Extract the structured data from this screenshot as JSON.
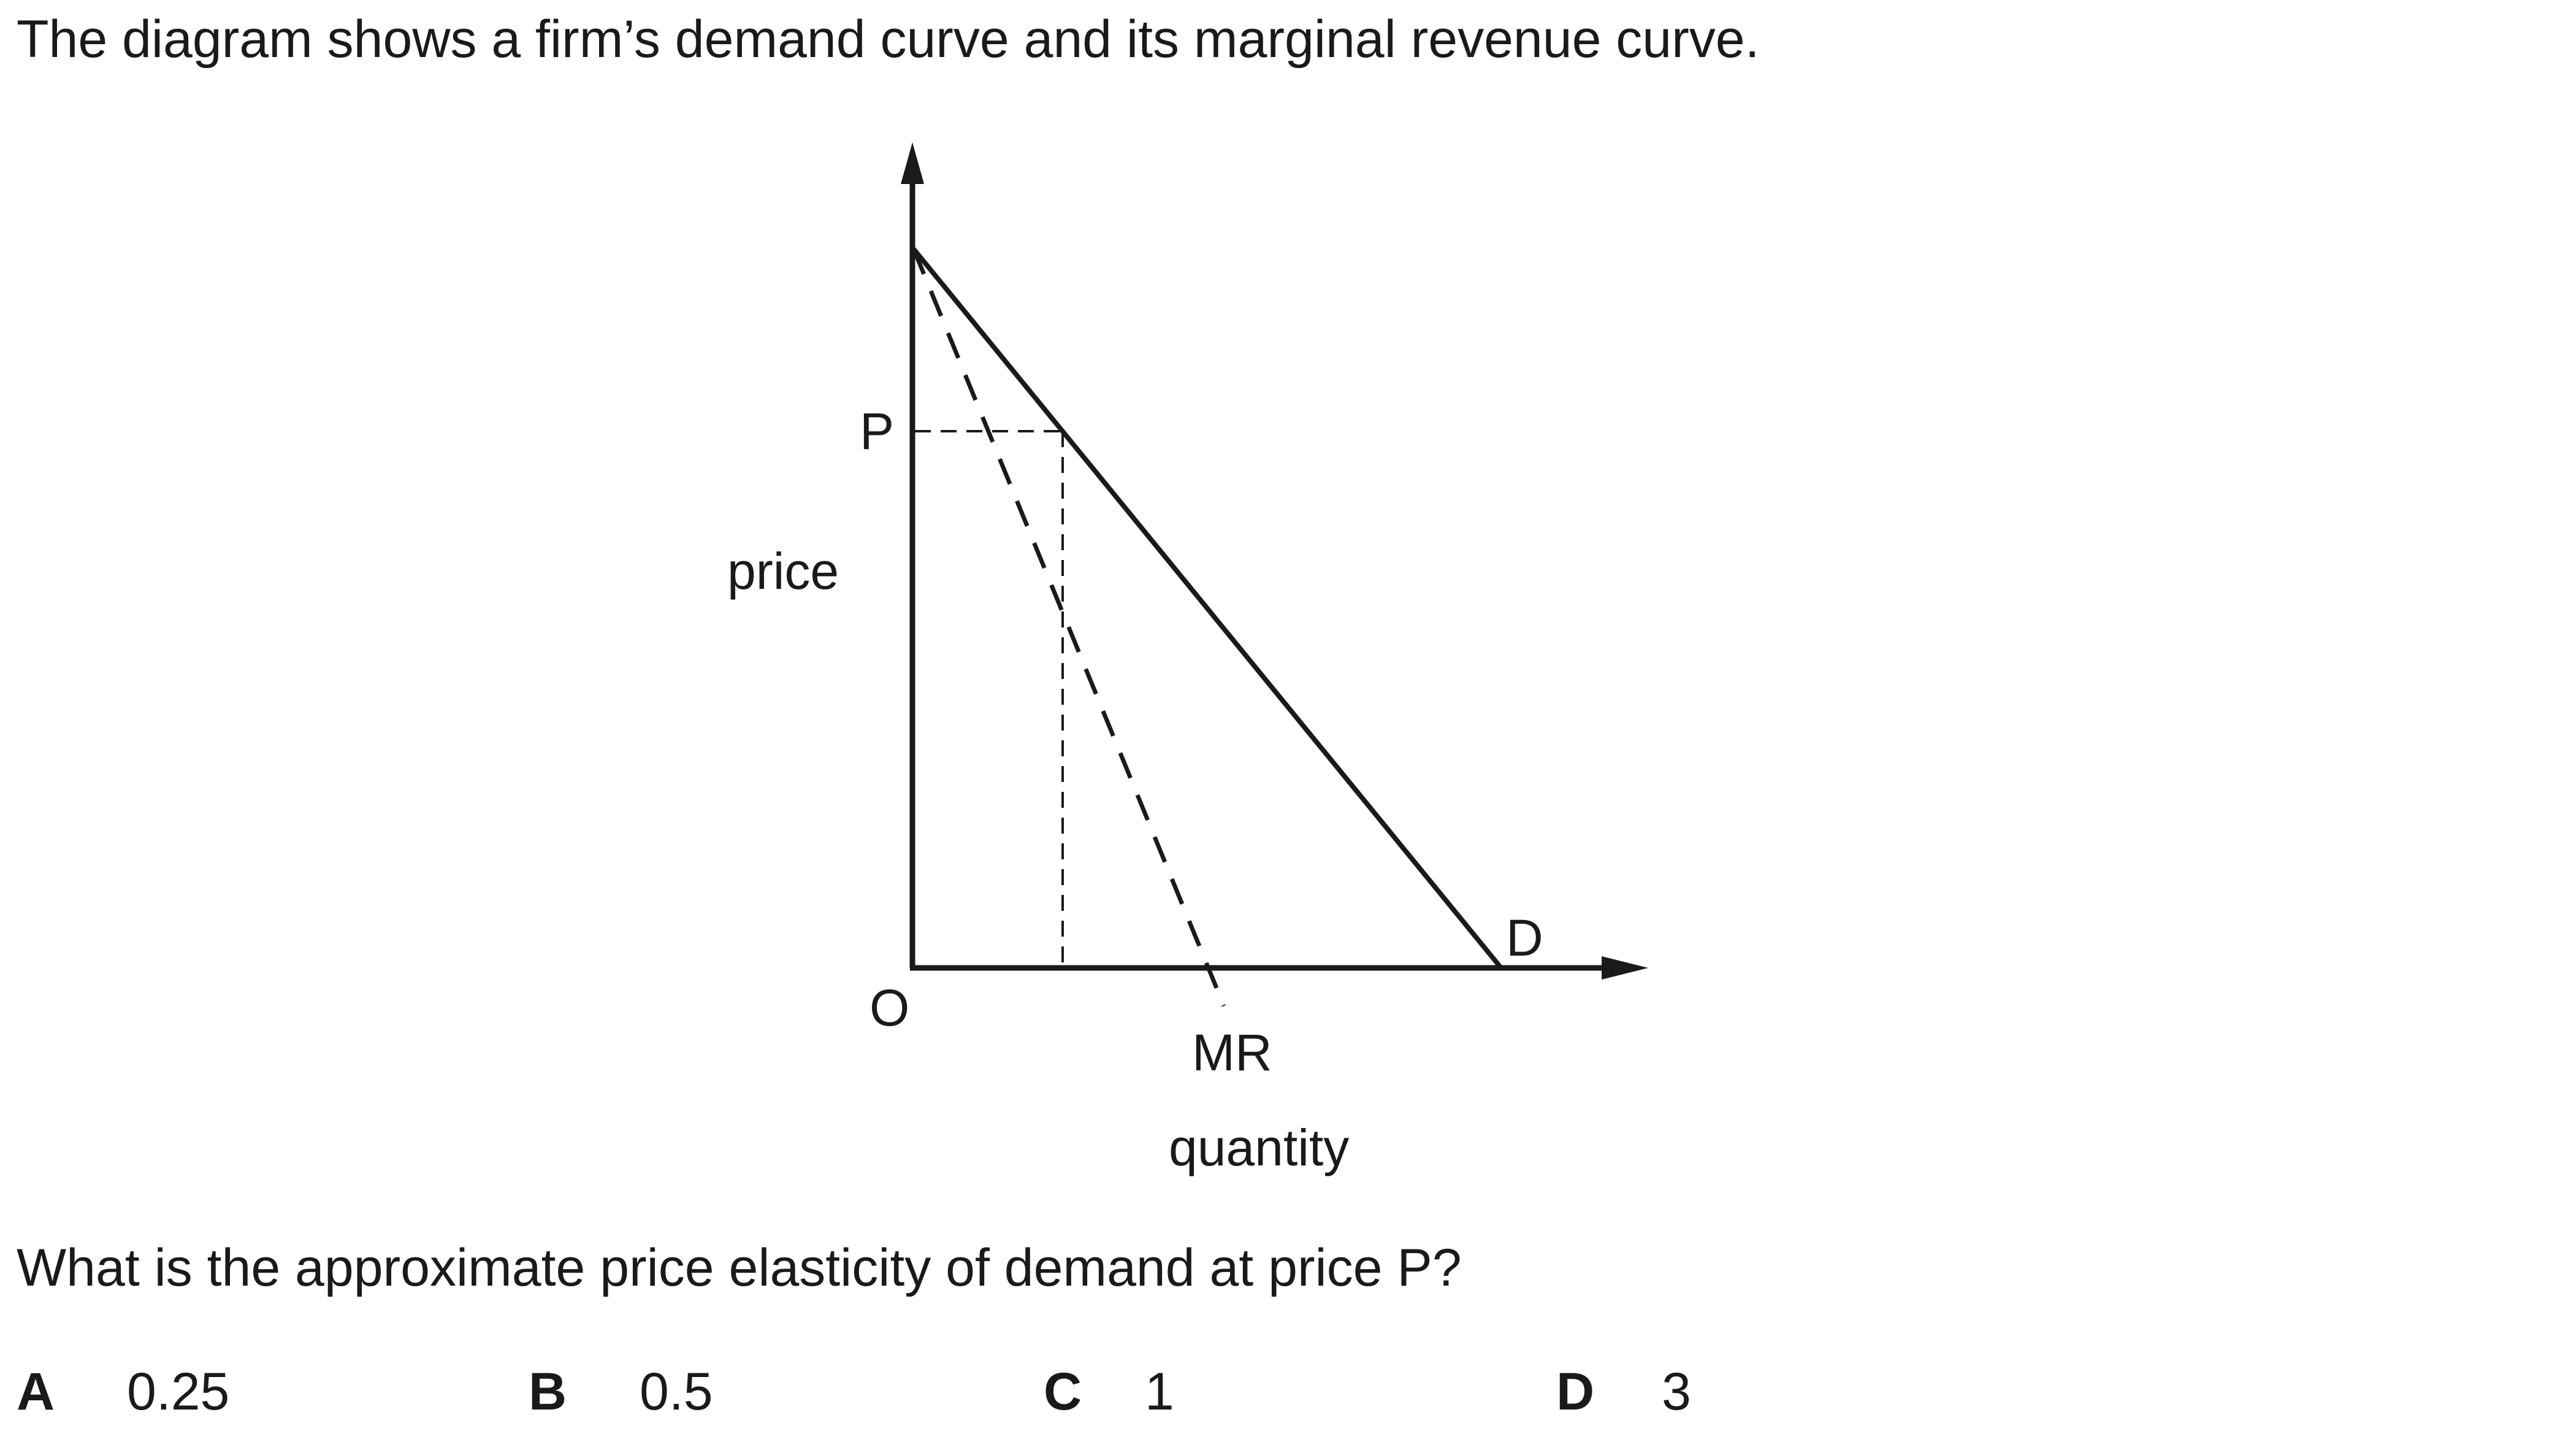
{
  "question": {
    "intro": "The diagram shows a firm’s demand curve and its marginal revenue curve.",
    "prompt": "What is the approximate price elasticity of demand at price P?"
  },
  "diagram": {
    "y_axis_label": "price",
    "x_axis_label": "quantity",
    "origin_label": "O",
    "price_marker_label": "P",
    "demand_curve_label": "D",
    "mr_curve_label": "MR"
  },
  "options": [
    {
      "letter": "A",
      "value": "0.25"
    },
    {
      "letter": "B",
      "value": "0.5"
    },
    {
      "letter": "C",
      "value": "1"
    },
    {
      "letter": "D",
      "value": "3"
    }
  ]
}
